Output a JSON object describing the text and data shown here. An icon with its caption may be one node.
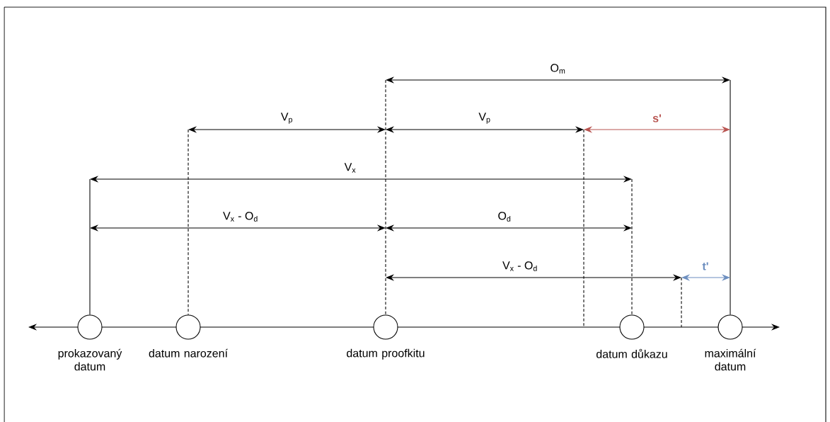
{
  "diagram": {
    "nodes": [
      {
        "text": [
          "prokazovaný datum"
        ]
      },
      {
        "text": [
          "datum narození"
        ]
      },
      {
        "text": [
          "datum proofkitu"
        ]
      },
      {
        "text": [
          "datum důkazu"
        ]
      },
      {
        "text": [
          "maximální datum"
        ]
      }
    ],
    "labels": [
      "O$_{m}$",
      "V$_{p}$",
      "V$_{p}$",
      "s'",
      "V$_{x}$",
      "V$_{x}$ - O$_{d}$",
      "O$_{d}$",
      "V$_{x}$ - O$_{d}$",
      "t'"
    ]
  }
}
